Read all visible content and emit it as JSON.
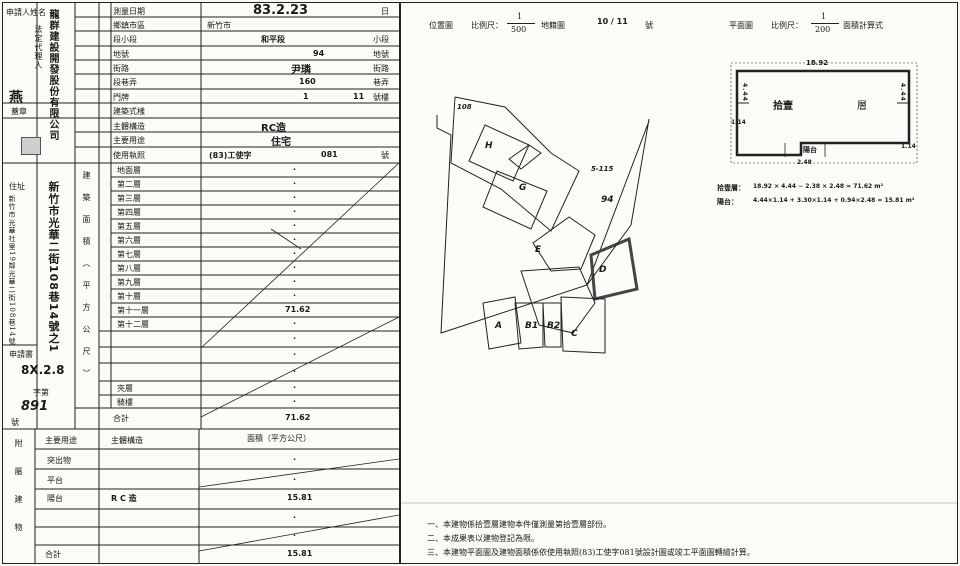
{
  "header": {
    "applicant_label": "申請人姓名",
    "rep_label": "法定代理人",
    "applicant_name": "龍群建設開發股份有限公司",
    "rep_name": "燕",
    "seal_label": "蓋章",
    "address_label": "住址",
    "address_value": "新竹市光華二街108巷14號之1",
    "address_detail": "新竹市光華社里19鄰光華二街108巷14號",
    "cert_label": "申請書",
    "cert_number": "8X.2.8",
    "cert_word": "字第",
    "cert_id": "891",
    "cert_no_label": "號"
  },
  "table": {
    "survey_date_label": "測量日期",
    "survey_date_value": "83.2.23",
    "survey_date_suffix": "日",
    "district_label": "鄉鎮市區",
    "district_value": "新竹市",
    "section_label": "段小段",
    "section_value": "和平段",
    "section_suffix": "小段",
    "lot_label": "地號",
    "lot_value": "94",
    "lot_suffix": "地號",
    "road_label": "街路",
    "road_value": "尹璘",
    "road_suffix": "街路",
    "lane_label": "段巷弄",
    "lane_value": "160",
    "lane_suffix": "巷弄",
    "door_label": "門牌",
    "door_value": "1",
    "door_floor": "11",
    "door_suffix": "號樓",
    "style_label": "建築式樣",
    "structure_label": "主體構造",
    "structure_value": "RC造",
    "use_label": "主要用途",
    "use_value": "住宅",
    "license_label": "使用執照",
    "license_value": "(83)工使字",
    "license_no": "081",
    "license_suffix": "號",
    "floors_header": "建築面積（平方公尺）",
    "floors": [
      {
        "label": "地面層",
        "value": "·"
      },
      {
        "label": "第二層",
        "value": "·"
      },
      {
        "label": "第三層",
        "value": "·"
      },
      {
        "label": "第四層",
        "value": "·"
      },
      {
        "label": "第五層",
        "value": "·"
      },
      {
        "label": "第六層",
        "value": "·"
      },
      {
        "label": "第七層",
        "value": "·"
      },
      {
        "label": "第八層",
        "value": "·"
      },
      {
        "label": "第九層",
        "value": "·"
      },
      {
        "label": "第十層",
        "value": "·"
      },
      {
        "label": "第十一層",
        "value": "71.62"
      },
      {
        "label": "第十二層",
        "value": "·"
      },
      {
        "label": "",
        "value": "·"
      },
      {
        "label": "",
        "value": "·"
      },
      {
        "label": "",
        "value": "·"
      },
      {
        "label": "夾層",
        "value": "·"
      },
      {
        "label": "騎樓",
        "value": "·"
      }
    ],
    "total_label": "合計",
    "total_value": "71.62",
    "annex_label": "附屬建物",
    "annex_use_label": "主要用途",
    "annex_structure_label": "主體構造",
    "annex_area_label": "面積（平方公尺）",
    "annex_rows": [
      {
        "use": "突出物",
        "structure": "",
        "value": "·"
      },
      {
        "use": "平台",
        "structure": "",
        "value": "·"
      },
      {
        "use": "陽台",
        "structure": "R C 造",
        "value": "15.81"
      },
      {
        "use": "",
        "structure": "",
        "value": "·"
      },
      {
        "use": "",
        "structure": "",
        "value": "·"
      }
    ],
    "annex_total_label": "合計",
    "annex_total_value": "15.81"
  },
  "location_map": {
    "title": "位置圖",
    "scale_label": "比例尺：",
    "scale_num": "1",
    "scale_den": "500",
    "sheet_label": "地籍圖",
    "sheet_value": "10 / 11",
    "sheet_suffix": "號",
    "parcels": [
      "108",
      "H",
      "G",
      "5-115",
      "94",
      "E",
      "D",
      "A",
      "B1",
      "B2",
      "C"
    ]
  },
  "floor_plan": {
    "title": "平面圖",
    "scale_label": "比例尺：",
    "scale_num": "1",
    "scale_den": "200",
    "calc_label": "面積計算式",
    "room_label": "拾壹",
    "room_suffix": "層",
    "balcony_label": "陽台",
    "top_dim": "18.92",
    "left_dim": "4.44",
    "right_dim": "4.44",
    "bottom_dim": "2.48",
    "corner_dims": [
      "1.14",
      "1.14"
    ],
    "calc_line1_label": "拾壹層：",
    "calc_line1": "18.92 × 4.44 − 2.38 × 2.48 = 71.62 m²",
    "calc_line2_label": "陽台：",
    "calc_line2": "4.44×1.14 + 3.30×1.14 + 0.94×2.48 = 15.81 m²"
  },
  "notes": [
    "一、本建物係拾壹層建物本件僅測量第拾壹層部份。",
    "二、本成果表以建物登記為限。",
    "三、本建物平面圖及建物面積係依使用執照(83)工使字081號設計圖或竣工平面圖轉繪計算。"
  ]
}
